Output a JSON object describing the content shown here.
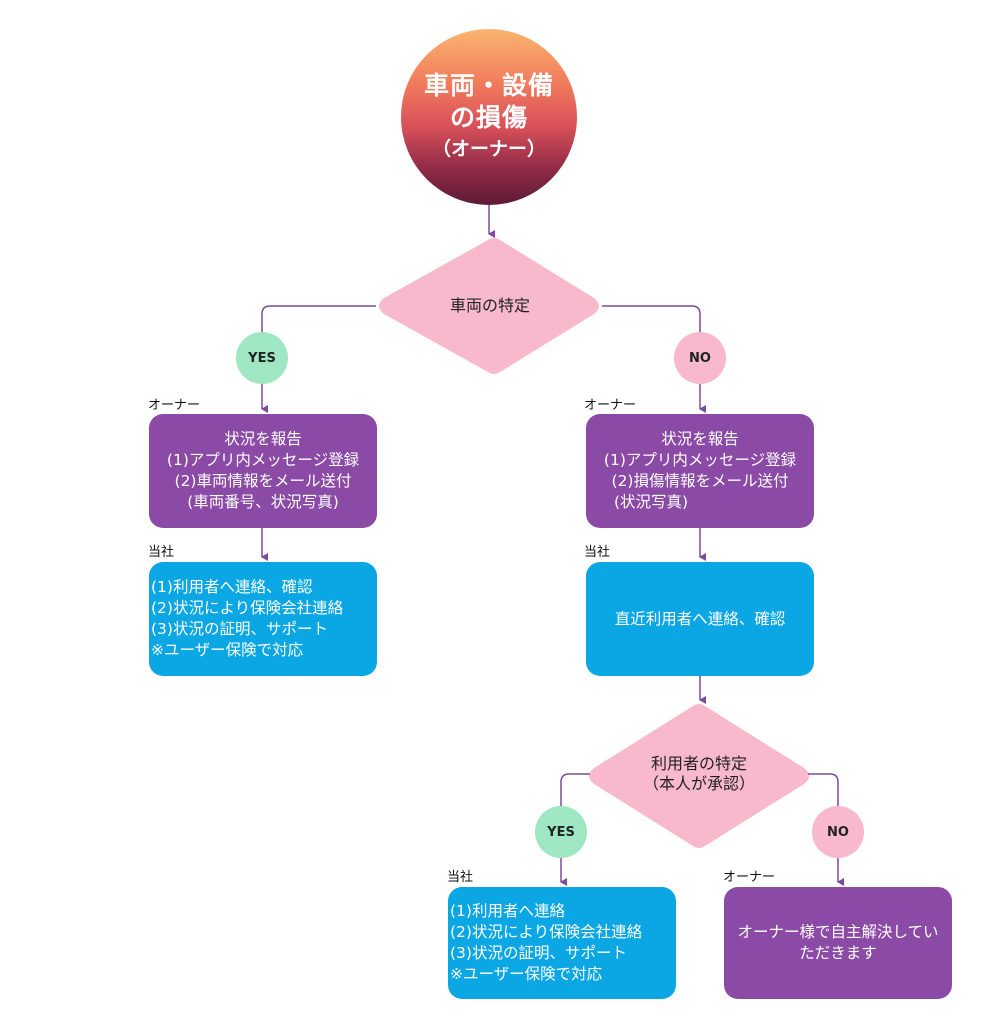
{
  "title": {
    "line1": "車両・設備",
    "line2": "の損傷",
    "line3": "（オーナー）"
  },
  "decision1": {
    "label": "車両の特定"
  },
  "branch_yes": {
    "badge": "YES",
    "owner_role": "オーナー",
    "owner_box": {
      "lines": [
        "状況を報告",
        "(1)アプリ内メッセージ登録",
        "(2)車両情報をメール送付",
        "(車両番号、状況写真)"
      ]
    },
    "company_role": "当社",
    "company_box": {
      "lines": [
        "(1)利用者へ連絡、確認",
        "(2)状況により保険会社連絡",
        "(3)状況の証明、サポート",
        "※ユーザー保険で対応"
      ]
    }
  },
  "branch_no": {
    "badge": "NO",
    "owner_role": "オーナー",
    "owner_box": {
      "lines": [
        "状況を報告",
        "(1)アプリ内メッセージ登録",
        "(2)損傷情報をメール送付",
        "(状況写真)"
      ]
    },
    "company_role": "当社",
    "company_box": {
      "text": "直近利用者へ連絡、確認"
    },
    "decision2": {
      "line1": "利用者の特定",
      "line2": "（本人が承認）"
    },
    "sub_yes": {
      "badge": "YES",
      "company_role": "当社",
      "company_box": {
        "lines": [
          "(1)利用者へ連絡",
          "(2)状況により保険会社連絡",
          "(3)状況の証明、サポート",
          "※ユーザー保険で対応"
        ]
      }
    },
    "sub_no": {
      "badge": "NO",
      "owner_role": "オーナー",
      "owner_box": {
        "line1": "オーナー様で自主解決してい",
        "line2": "ただきます"
      }
    }
  },
  "colors": {
    "connector": "#7b4a9e",
    "decision_fill": "#f7b9cb",
    "yes_fill": "#9fe6c3",
    "no_fill": "#f7b9cb",
    "owner_box": "#8a4aa5",
    "company_box": "#0ba7e5"
  }
}
